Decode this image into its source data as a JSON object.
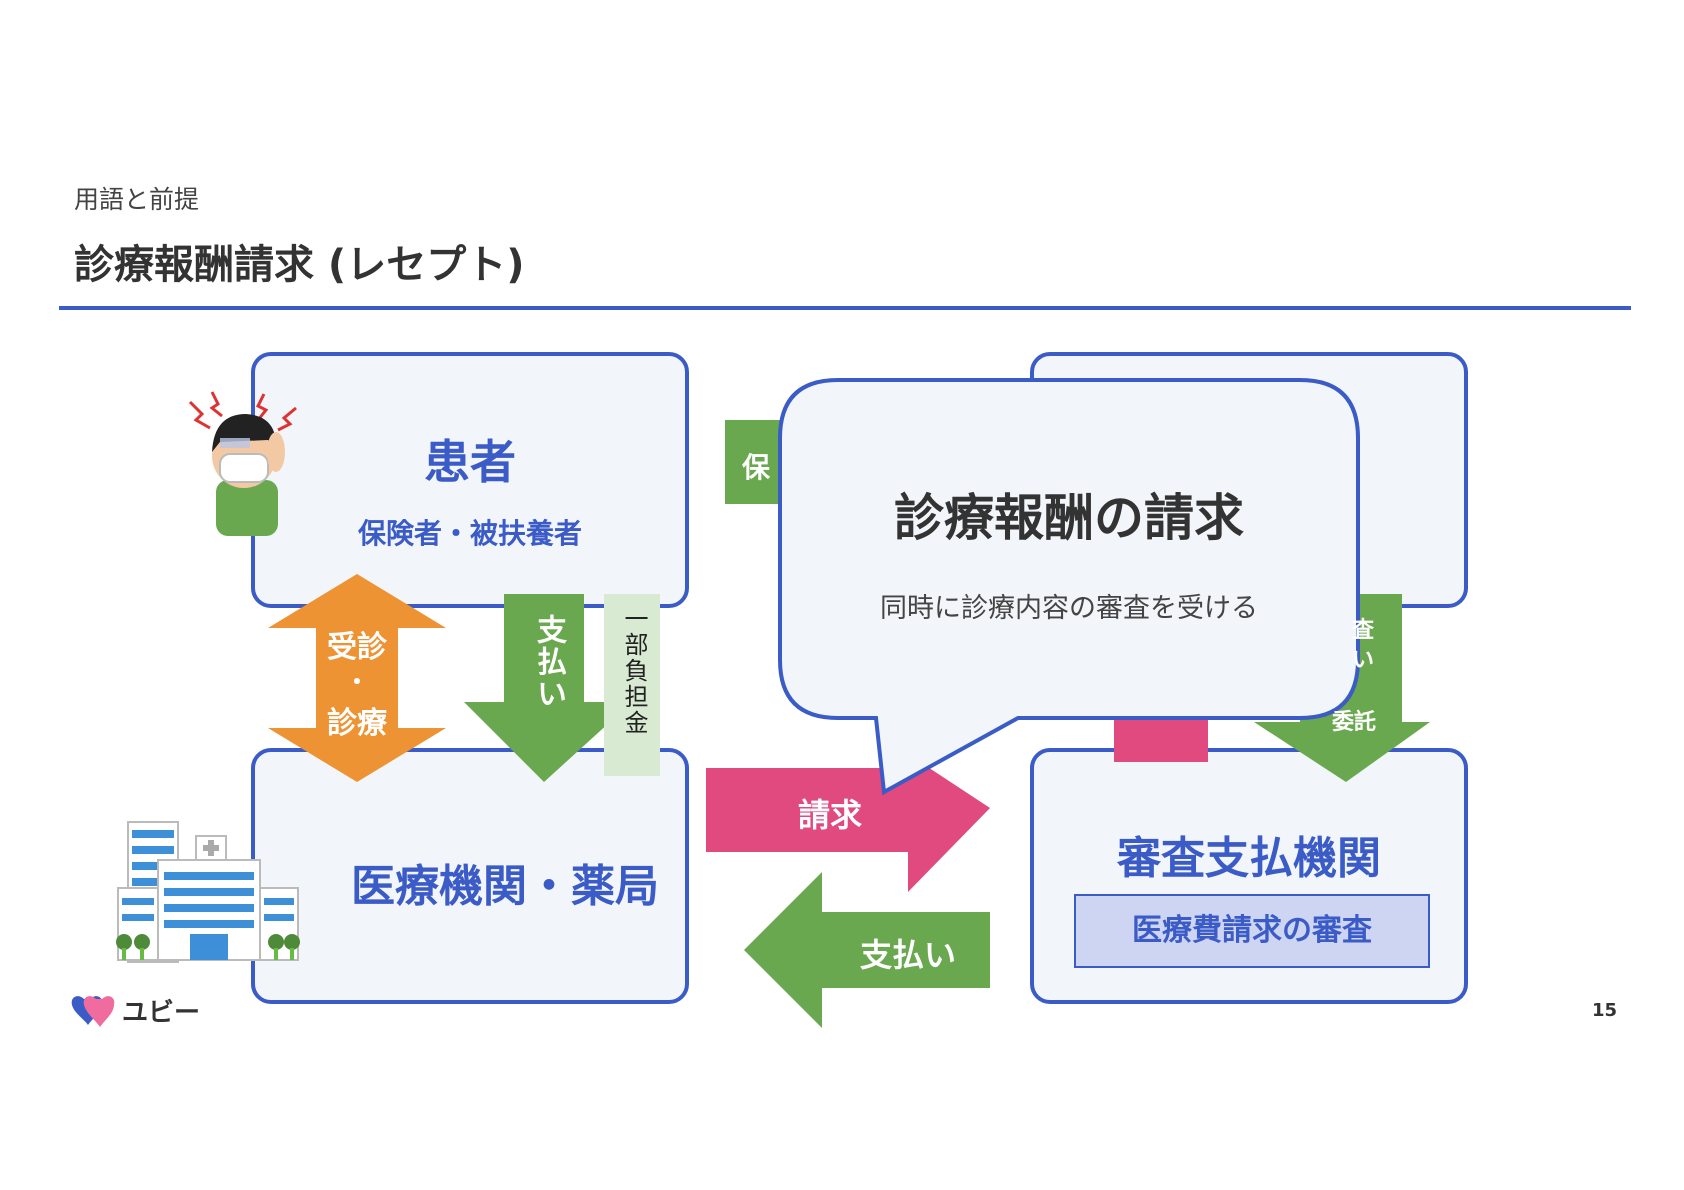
{
  "header": {
    "section": "用語と前提",
    "title": "診療報酬請求 (レセプト)"
  },
  "patient_box": {
    "title": "患者",
    "subtitle": "保険者・被扶養者"
  },
  "hospital_box": {
    "title": "医療機関・薬局"
  },
  "review_box": {
    "title": "審査支払機関",
    "badge": "医療費請求の審査"
  },
  "arrows": {
    "consult": [
      "受診",
      "・",
      "診療"
    ],
    "pay_patient": "支払い",
    "copay": "一部負担金",
    "claim": "請求",
    "payment": "支払い",
    "partial_left": "保",
    "partial_right_1": "査",
    "partial_right_2": "い",
    "partial_right_3": "委託"
  },
  "callout": {
    "title": "診療報酬の請求",
    "body": "同時に診療内容の審査を受ける"
  },
  "footer": {
    "brand": "ユビー",
    "page": "15"
  },
  "colors": {
    "accent": "#3b5bc7",
    "green": "#6aa84f",
    "orange": "#ed9334",
    "pink": "#e04a7f"
  }
}
